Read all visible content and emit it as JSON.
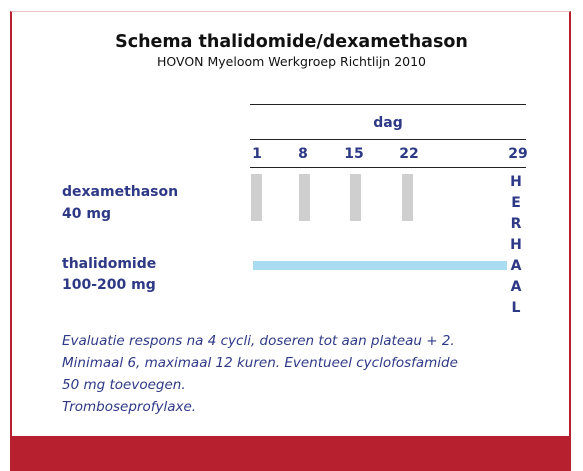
{
  "header": {
    "title": "Schema thalidomide/dexamethason",
    "subtitle": "HOVON Myeloom Werkgroep Richtlijn 2010"
  },
  "schedule": {
    "dag_label": "dag",
    "days": [
      "1",
      "8",
      "15",
      "22",
      "29"
    ],
    "dexamethason_dose_days": [
      1,
      8,
      15,
      22
    ],
    "thalidomide_span_days": [
      1,
      29
    ]
  },
  "drugs": [
    {
      "name": "dexamethason",
      "dose": "40 mg"
    },
    {
      "name": "thalidomide",
      "dose": "100-200 mg"
    }
  ],
  "herhaal": [
    "H",
    "E",
    "R",
    "H",
    "A",
    "A",
    "L"
  ],
  "notes": [
    "Evaluatie respons na 4 cycli, doseren tot aan plateau + 2.",
    "Minimaal 6, maximaal 12 kuren. Eventueel cyclofosfamide",
    "50 mg toevoegen.",
    "Tromboseprofylaxe."
  ],
  "colors": {
    "border": "#b7202e",
    "text_blue": "#2e3986",
    "dose_bar": "#cfcfcf",
    "thalidomide_bar": "#a9dcf0"
  }
}
